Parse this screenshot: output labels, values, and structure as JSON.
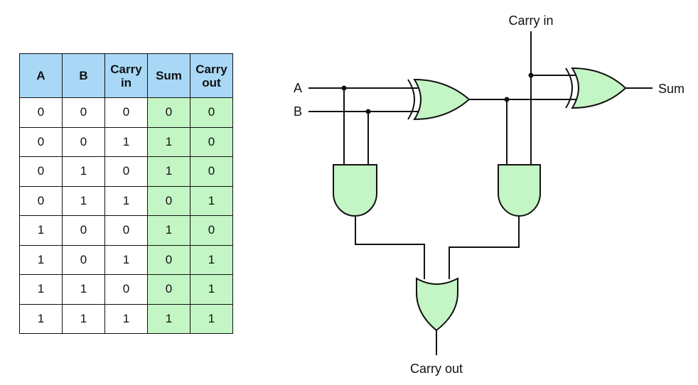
{
  "truth_table": {
    "headers": [
      [
        "A"
      ],
      [
        "B"
      ],
      [
        "Carry",
        "in"
      ],
      [
        "Sum"
      ],
      [
        "Carry",
        "out"
      ]
    ],
    "rows": [
      [
        "0",
        "0",
        "0",
        "0",
        "0"
      ],
      [
        "0",
        "0",
        "1",
        "1",
        "0"
      ],
      [
        "0",
        "1",
        "0",
        "1",
        "0"
      ],
      [
        "0",
        "1",
        "1",
        "0",
        "1"
      ],
      [
        "1",
        "0",
        "0",
        "1",
        "0"
      ],
      [
        "1",
        "0",
        "1",
        "0",
        "1"
      ],
      [
        "1",
        "1",
        "0",
        "0",
        "1"
      ],
      [
        "1",
        "1",
        "1",
        "1",
        "1"
      ]
    ],
    "header_color": "#a8d8f6",
    "output_color": "#c4f5c4"
  },
  "circuit": {
    "labels": {
      "input_a": "A",
      "input_b": "B",
      "carry_in": "Carry in",
      "sum": "Sum",
      "carry_out": "Carry out"
    },
    "gate_fill": "#c4f5c4"
  }
}
